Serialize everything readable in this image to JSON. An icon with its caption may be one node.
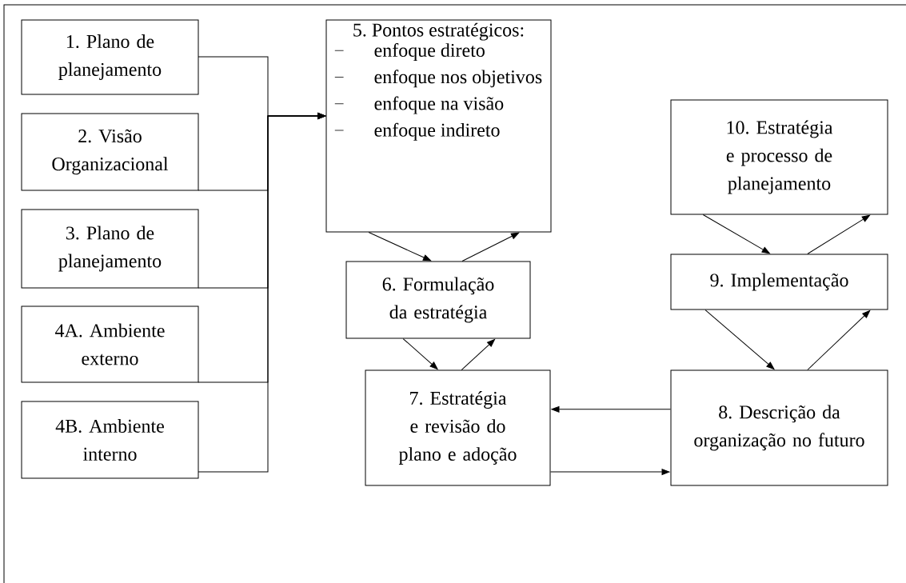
{
  "diagram": {
    "nodes": [
      {
        "text": [
          "1. Plano de planejamento"
        ]
      },
      {
        "text": [
          "2. Visão Organizacional"
        ]
      },
      {
        "text": [
          "3. Plano de planejamento"
        ]
      },
      {
        "text": [
          "4A. Ambiente externo"
        ]
      },
      {
        "text": [
          "4B. Ambiente interno"
        ]
      },
      {
        "text": [
          "5. Pontos estratégicos:",
          "enfoque direto",
          "enfoque nos objetivos",
          "enfoque na visão",
          "enfoque indireto"
        ]
      },
      {
        "text": [
          "6. Formulação da estratégia"
        ]
      },
      {
        "text": [
          "7. Estratégia e revisão do plano e adoção"
        ]
      },
      {
        "text": [
          "8. Descrição da organização no futuro"
        ]
      },
      {
        "text": [
          "9. Implementação"
        ]
      },
      {
        "text": [
          "10. Estratégia e processo de planejamento"
        ]
      }
    ],
    "edges": [
      {
        "from": 0,
        "to": 5,
        "arrow": "to"
      },
      {
        "from": 1,
        "to": 5,
        "arrow": "to"
      },
      {
        "from": 2,
        "to": 5,
        "arrow": "to"
      },
      {
        "from": 3,
        "to": 5,
        "arrow": "to"
      },
      {
        "from": 4,
        "to": 5,
        "arrow": "to"
      },
      {
        "from": 5,
        "to": 6,
        "arrow": "to"
      },
      {
        "from": 6,
        "to": 5,
        "arrow": "to"
      },
      {
        "from": 6,
        "to": 7,
        "arrow": "to"
      },
      {
        "from": 7,
        "to": 6,
        "arrow": "to"
      },
      {
        "from": 8,
        "to": 7,
        "arrow": "to"
      },
      {
        "from": 7,
        "to": 8,
        "arrow": "to"
      },
      {
        "from": 10,
        "to": 9,
        "arrow": "to"
      },
      {
        "from": 9,
        "to": 10,
        "arrow": "to"
      },
      {
        "from": 9,
        "to": 8,
        "arrow": "to"
      },
      {
        "from": 8,
        "to": 9,
        "arrow": "to"
      }
    ]
  }
}
